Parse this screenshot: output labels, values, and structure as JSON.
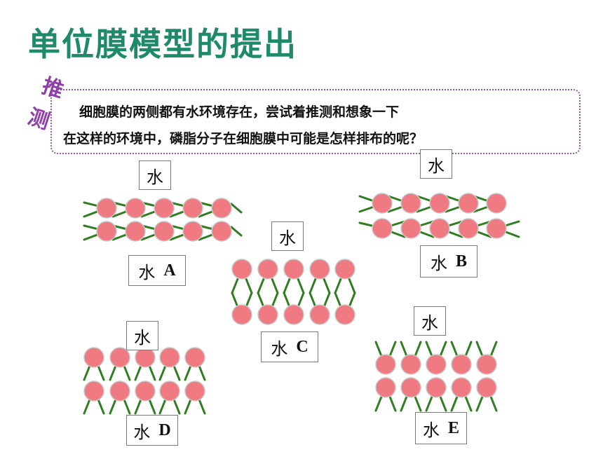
{
  "title": "单位膜模型的提出",
  "infer_tag": {
    "char1": "推",
    "char2": "测"
  },
  "question": {
    "line1": "细胞膜的两侧都有水环境存在，尝试着推测和想象一下",
    "line2": "在这样的环境中，磷脂分子在细胞膜中可能是怎样排布的呢？"
  },
  "water_label": "水",
  "options": [
    {
      "letter": "A"
    },
    {
      "letter": "B"
    },
    {
      "letter": "C"
    },
    {
      "letter": "D"
    },
    {
      "letter": "E"
    }
  ],
  "colors": {
    "title": "#1f8a6a",
    "accent": "#8e3fa8",
    "head_fill": "#f07a82",
    "head_stroke": "#c9c9c9",
    "tail": "#2e7d1f"
  }
}
